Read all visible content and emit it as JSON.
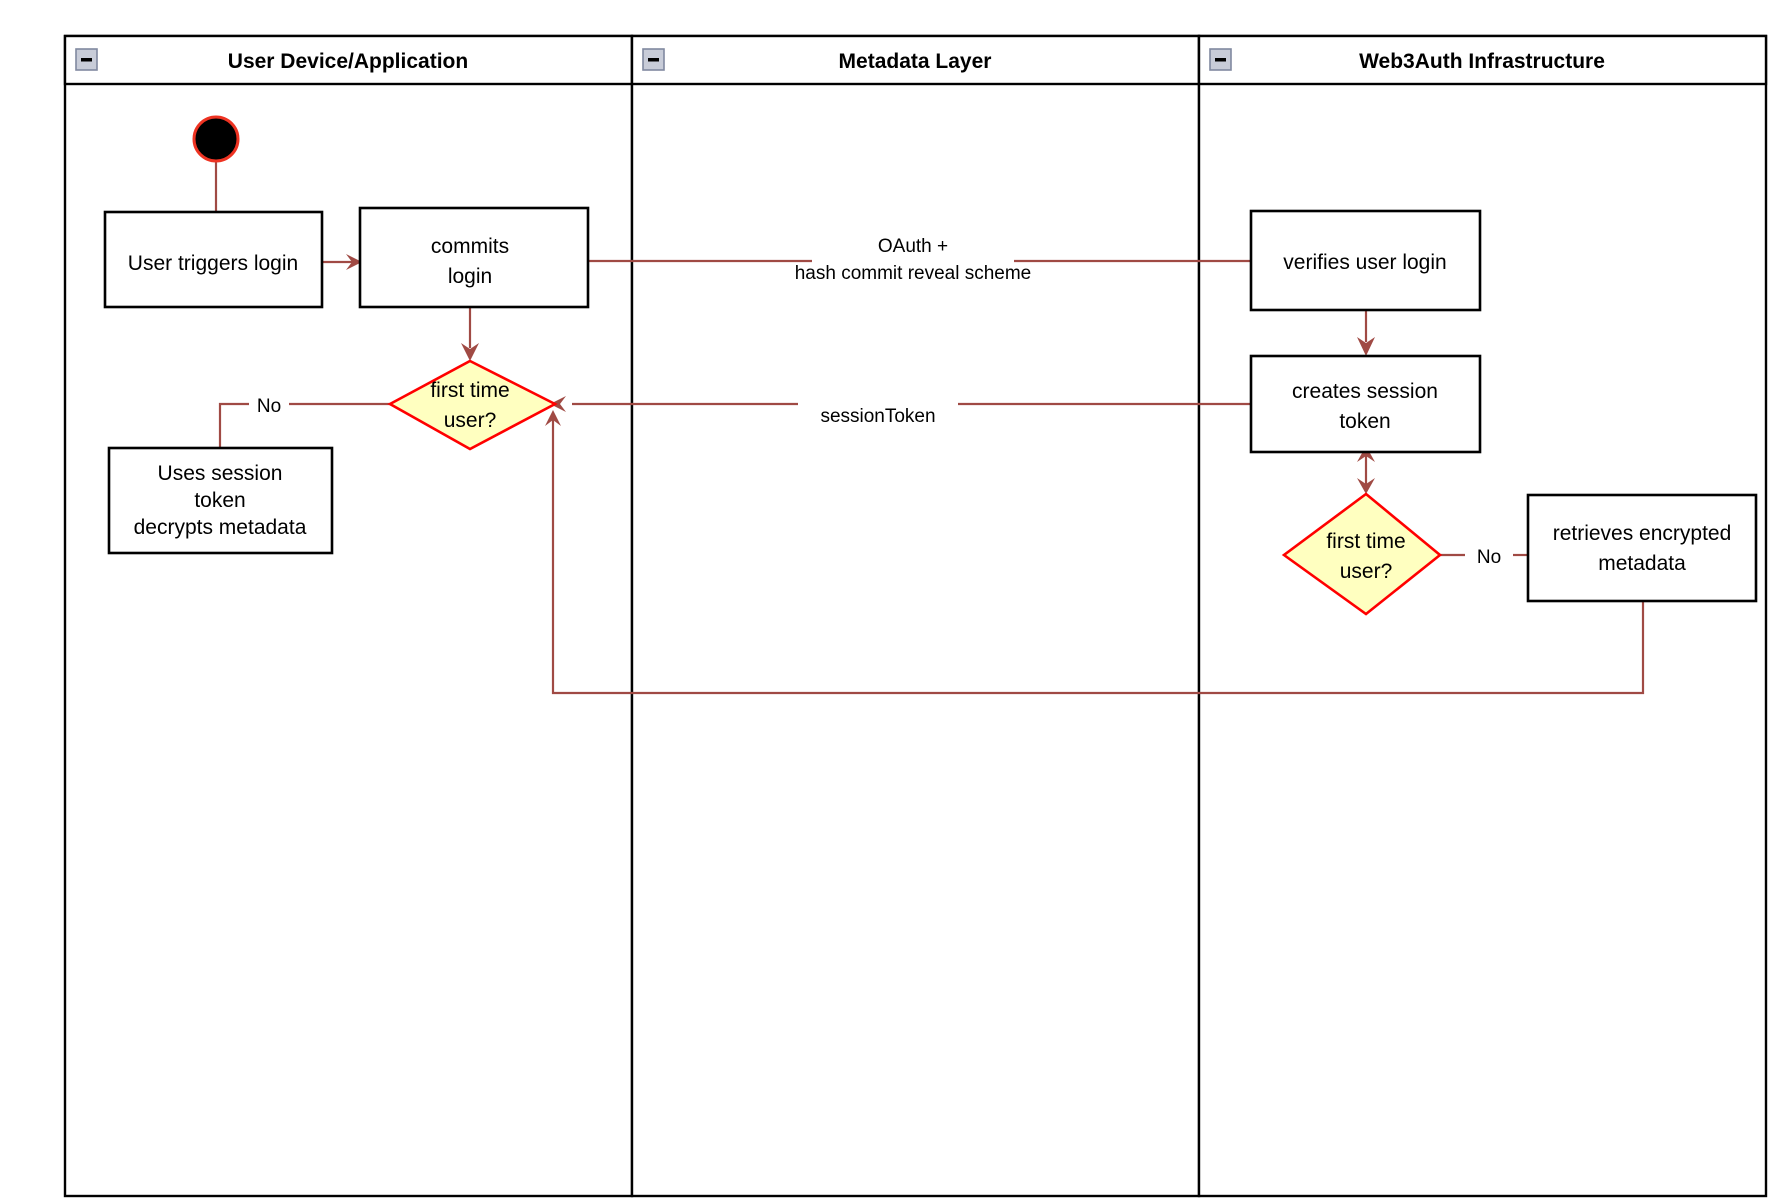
{
  "diagram": {
    "type": "swimlane-activity-diagram",
    "lanes": [
      {
        "id": "user-device",
        "title": "User Device/Application",
        "collapse_icon": "minus-box-icon"
      },
      {
        "id": "metadata-layer",
        "title": "Metadata Layer",
        "collapse_icon": "minus-box-icon"
      },
      {
        "id": "web3auth",
        "title": "Web3Auth Infrastructure",
        "collapse_icon": "minus-box-icon"
      }
    ],
    "nodes": [
      {
        "id": "start",
        "lane": "user-device",
        "shape": "initial-node",
        "label": ""
      },
      {
        "id": "user-triggers-login",
        "lane": "user-device",
        "shape": "activity",
        "label": "User triggers login"
      },
      {
        "id": "commits-login",
        "lane": "user-device",
        "shape": "activity",
        "label": "commits\nlogin",
        "lines": [
          "commits",
          "login"
        ]
      },
      {
        "id": "first-time-user-left",
        "lane": "user-device",
        "shape": "decision",
        "label": "first time\nuser?",
        "lines": [
          "first time",
          "user?"
        ]
      },
      {
        "id": "uses-session-token",
        "lane": "user-device",
        "shape": "activity",
        "label": "Uses session\ntoken\ndecrypts metadata",
        "lines": [
          "Uses session",
          "token",
          "decrypts metadata"
        ]
      },
      {
        "id": "verifies-user-login",
        "lane": "web3auth",
        "shape": "activity",
        "label": "verifies user login"
      },
      {
        "id": "creates-session-token",
        "lane": "web3auth",
        "shape": "activity",
        "label": "creates session\ntoken",
        "lines": [
          "creates session",
          "token"
        ]
      },
      {
        "id": "first-time-user-right",
        "lane": "web3auth",
        "shape": "decision",
        "label": "first time\nuser?",
        "lines": [
          "first time",
          "user?"
        ]
      },
      {
        "id": "retrieves-encrypted-metadata",
        "lane": "web3auth",
        "shape": "activity",
        "label": "retrieves encrypted\nmetadata",
        "lines": [
          "retrieves encrypted",
          "metadata"
        ]
      }
    ],
    "edges": [
      {
        "id": "start-to-trigger",
        "from": "start",
        "to": "user-triggers-login",
        "label": ""
      },
      {
        "id": "trigger-to-commits",
        "from": "user-triggers-login",
        "to": "commits-login",
        "label": ""
      },
      {
        "id": "commits-to-decision",
        "from": "commits-login",
        "to": "first-time-user-left",
        "label": ""
      },
      {
        "id": "commits-to-verifies",
        "from": "commits-login",
        "to": "verifies-user-login",
        "label": "OAuth +\nhash commit reveal scheme",
        "lines": [
          "OAuth +",
          "hash commit reveal scheme"
        ]
      },
      {
        "id": "verifies-to-creates",
        "from": "verifies-user-login",
        "to": "creates-session-token",
        "label": ""
      },
      {
        "id": "creates-to-decision-right",
        "from": "creates-session-token",
        "to": "first-time-user-right",
        "label": "",
        "arrow": "double"
      },
      {
        "id": "creates-to-left-decision",
        "from": "creates-session-token",
        "to": "first-time-user-left",
        "label": "sessionToken"
      },
      {
        "id": "decision-right-no",
        "from": "first-time-user-right",
        "to": "retrieves-encrypted-metadata",
        "label": "No"
      },
      {
        "id": "decision-left-no",
        "from": "first-time-user-left",
        "to": "uses-session-token",
        "label": "No"
      },
      {
        "id": "retrieves-return",
        "from": "retrieves-encrypted-metadata",
        "to": "first-time-user-left",
        "label": ""
      }
    ],
    "colors": {
      "flow_line": "#a04a44",
      "decision_fill": "#ffffc0",
      "decision_stroke": "#ff0000",
      "node_stroke": "#000000",
      "node_fill": "#ffffff",
      "lane_stroke": "#000000",
      "start_fill": "#000000",
      "start_ring": "#ee3322",
      "collapse_fill": "#c8ccd8",
      "background": "#ffffff"
    }
  }
}
